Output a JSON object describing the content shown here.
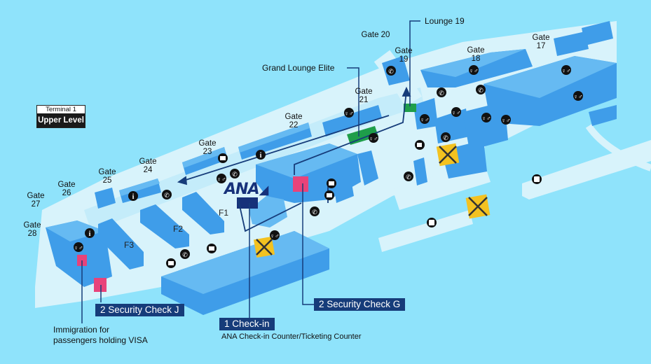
{
  "badge": {
    "terminal": "Terminal 1",
    "level": "Upper Level"
  },
  "gates": [
    {
      "id": "gate-20",
      "line1": "Gate 20",
      "line2": ""
    },
    {
      "id": "gate-19",
      "line1": "Gate",
      "line2": "19"
    },
    {
      "id": "gate-18",
      "line1": "Gate",
      "line2": "18"
    },
    {
      "id": "gate-17",
      "line1": "Gate",
      "line2": "17"
    },
    {
      "id": "gate-21",
      "line1": "Gate",
      "line2": "21"
    },
    {
      "id": "gate-22",
      "line1": "Gate",
      "line2": "22"
    },
    {
      "id": "gate-23",
      "line1": "Gate",
      "line2": "23"
    },
    {
      "id": "gate-24",
      "line1": "Gate",
      "line2": "24"
    },
    {
      "id": "gate-25",
      "line1": "Gate",
      "line2": "25"
    },
    {
      "id": "gate-26",
      "line1": "Gate",
      "line2": "26"
    },
    {
      "id": "gate-27",
      "line1": "Gate",
      "line2": "27"
    },
    {
      "id": "gate-28",
      "line1": "Gate",
      "line2": "28"
    }
  ],
  "floors": {
    "f1": "F1",
    "f2": "F2",
    "f3": "F3"
  },
  "lounges": {
    "lounge19": "Lounge 19",
    "grand": "Grand Lounge Elite"
  },
  "callouts": {
    "checkin": "1 Check-in",
    "checkin_sub": "ANA Check-in Counter/Ticketing Counter",
    "security_g": "2 Security Check G",
    "security_j": "2 Security Check J",
    "immigration_line1": "Immigration for",
    "immigration_line2": "passengers holding VISA"
  },
  "logo": {
    "text": "ANA"
  },
  "colors": {
    "background": "#8fe3fb",
    "concourse": "#d8f3fb",
    "building": "#3f9de9",
    "building_top": "#66baf2",
    "callout": "#163c7a",
    "security": "#e8437a",
    "lounge": "#1e9e4a",
    "closed": "#f3c220"
  }
}
